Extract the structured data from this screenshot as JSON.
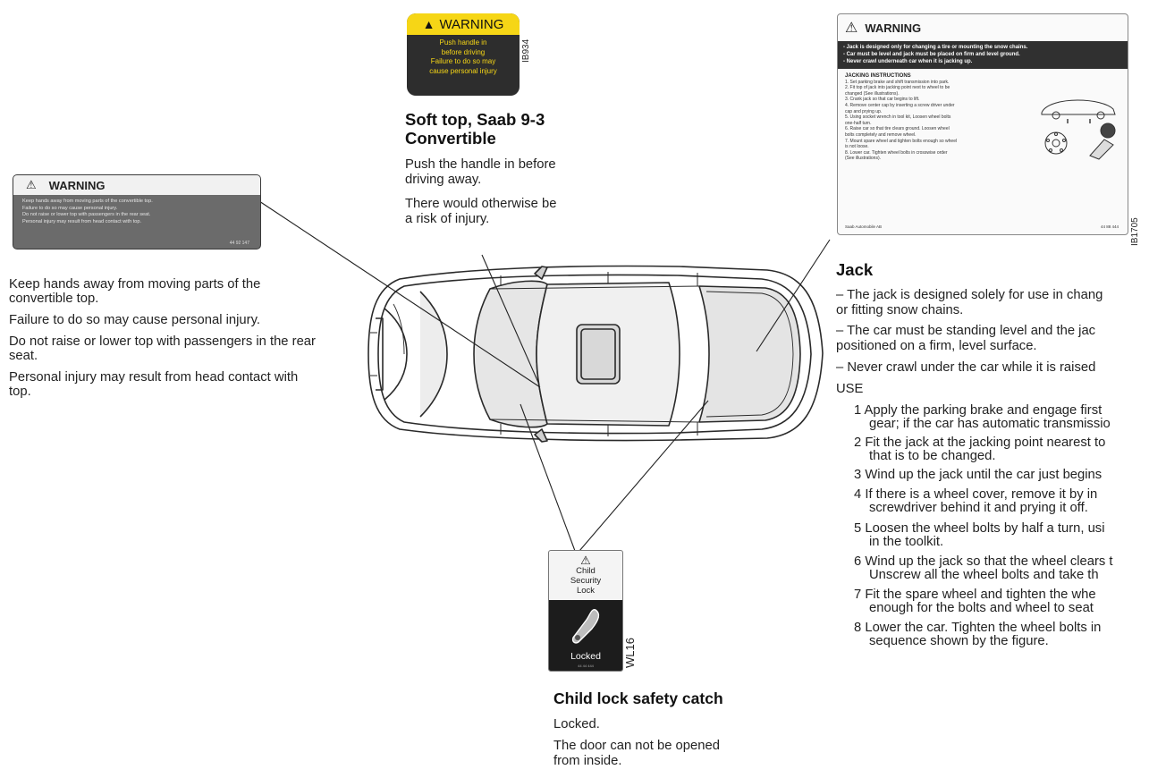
{
  "convertible_label": {
    "title": "WARNING",
    "lines": [
      "Keep hands away from moving parts of the convertible top.",
      "Failure to do so may cause personal injury.",
      "Do not raise or lower top with passengers in the rear seat.",
      "Personal injury may result from head contact with top."
    ],
    "code": "44 92 147"
  },
  "convertible_text": [
    "Keep hands away from moving parts of the convertible top.",
    "Failure to do so may cause personal injury.",
    "Do not raise or lower top with passengers in the rear seat.",
    "Personal injury may result from head contact with top."
  ],
  "soft_top": {
    "label_title": "WARNING",
    "label_lines": [
      "Push handle in",
      "before driving",
      "Failure to do so may",
      "cause personal injury"
    ],
    "label_code": "IB934",
    "heading_line1": "Soft top, Saab 9-3",
    "heading_line2": "Convertible",
    "body_line1": "Push the handle in before",
    "body_line2": "driving away.",
    "body_line3": "There would otherwise be",
    "body_line4": "a risk of injury."
  },
  "jack_label": {
    "title": "WARNING",
    "warnings": [
      "- Jack is designed only for changing a tire or mounting the snow chains.",
      "- Car must be level and jack must be placed on firm and level ground.",
      "- Never crawl underneath car when it is jacking up."
    ],
    "instructions_title": "JACKING INSTRUCTIONS",
    "steps": [
      "1. Set parking brake and shift transmission into park.",
      "2. Fit top of jack into jacking point next to wheel to be",
      "   changed (See illustrations).",
      "3. Crank jack so that car begins to lift.",
      "4. Remove center cap by inserting a screw driver under",
      "   cap and prying up.",
      "5. Using socket wrench in tool kit, Loosen wheel bolts",
      "   one-half turn.",
      "6. Raise car so that tire clears ground. Loosen wheel",
      "   bolts completely and remove wheel.",
      "7. Mount spare wheel and tighten bolts enough so wheel",
      "   is not loose.",
      "8. Lower car. Tighten wheel bolts in crosswise order",
      "   (See illustrations)."
    ],
    "footer": "Saab Automobile AB",
    "footer_code": "44 88 444",
    "code": "IB1705"
  },
  "jack_text": {
    "heading": "Jack",
    "lines": [
      "– The jack is designed solely for use in chang",
      "or fitting snow chains.",
      "– The car must be standing level and the jac",
      "positioned on a firm, level surface.",
      "– Never crawl under the car while it is raised",
      "USE"
    ],
    "steps": [
      {
        "a": "1  Apply the parking brake and engage first",
        "b": "gear; if the car has automatic transmissio"
      },
      {
        "a": "2  Fit the jack at the jacking point nearest to",
        "b": "that is to be changed."
      },
      {
        "a": "3  Wind up the jack until the car just begins",
        "b": ""
      },
      {
        "a": "4  If there is a wheel cover, remove it by in",
        "b": "screwdriver behind it and prying it off."
      },
      {
        "a": "5  Loosen the wheel bolts by half a turn, usi",
        "b": "in the toolkit."
      },
      {
        "a": "6 Wind up the jack so that the wheel clears t",
        "b": "Unscrew all the wheel bolts and take th"
      },
      {
        "a": "7  Fit the spare wheel and tighten the whe",
        "b": "enough for the bolts and wheel to seat"
      },
      {
        "a": "8  Lower the car. Tighten the wheel bolts in",
        "b": "sequence shown by the figure."
      }
    ]
  },
  "child_lock": {
    "label_lines": [
      "Child",
      "Security",
      "Lock"
    ],
    "label_locked": "Locked",
    "label_small": "44 44 444",
    "label_code": "WL16",
    "heading": "Child lock safety catch",
    "line1": "Locked.",
    "line2": "The door can not be opened",
    "line3": "from inside."
  }
}
